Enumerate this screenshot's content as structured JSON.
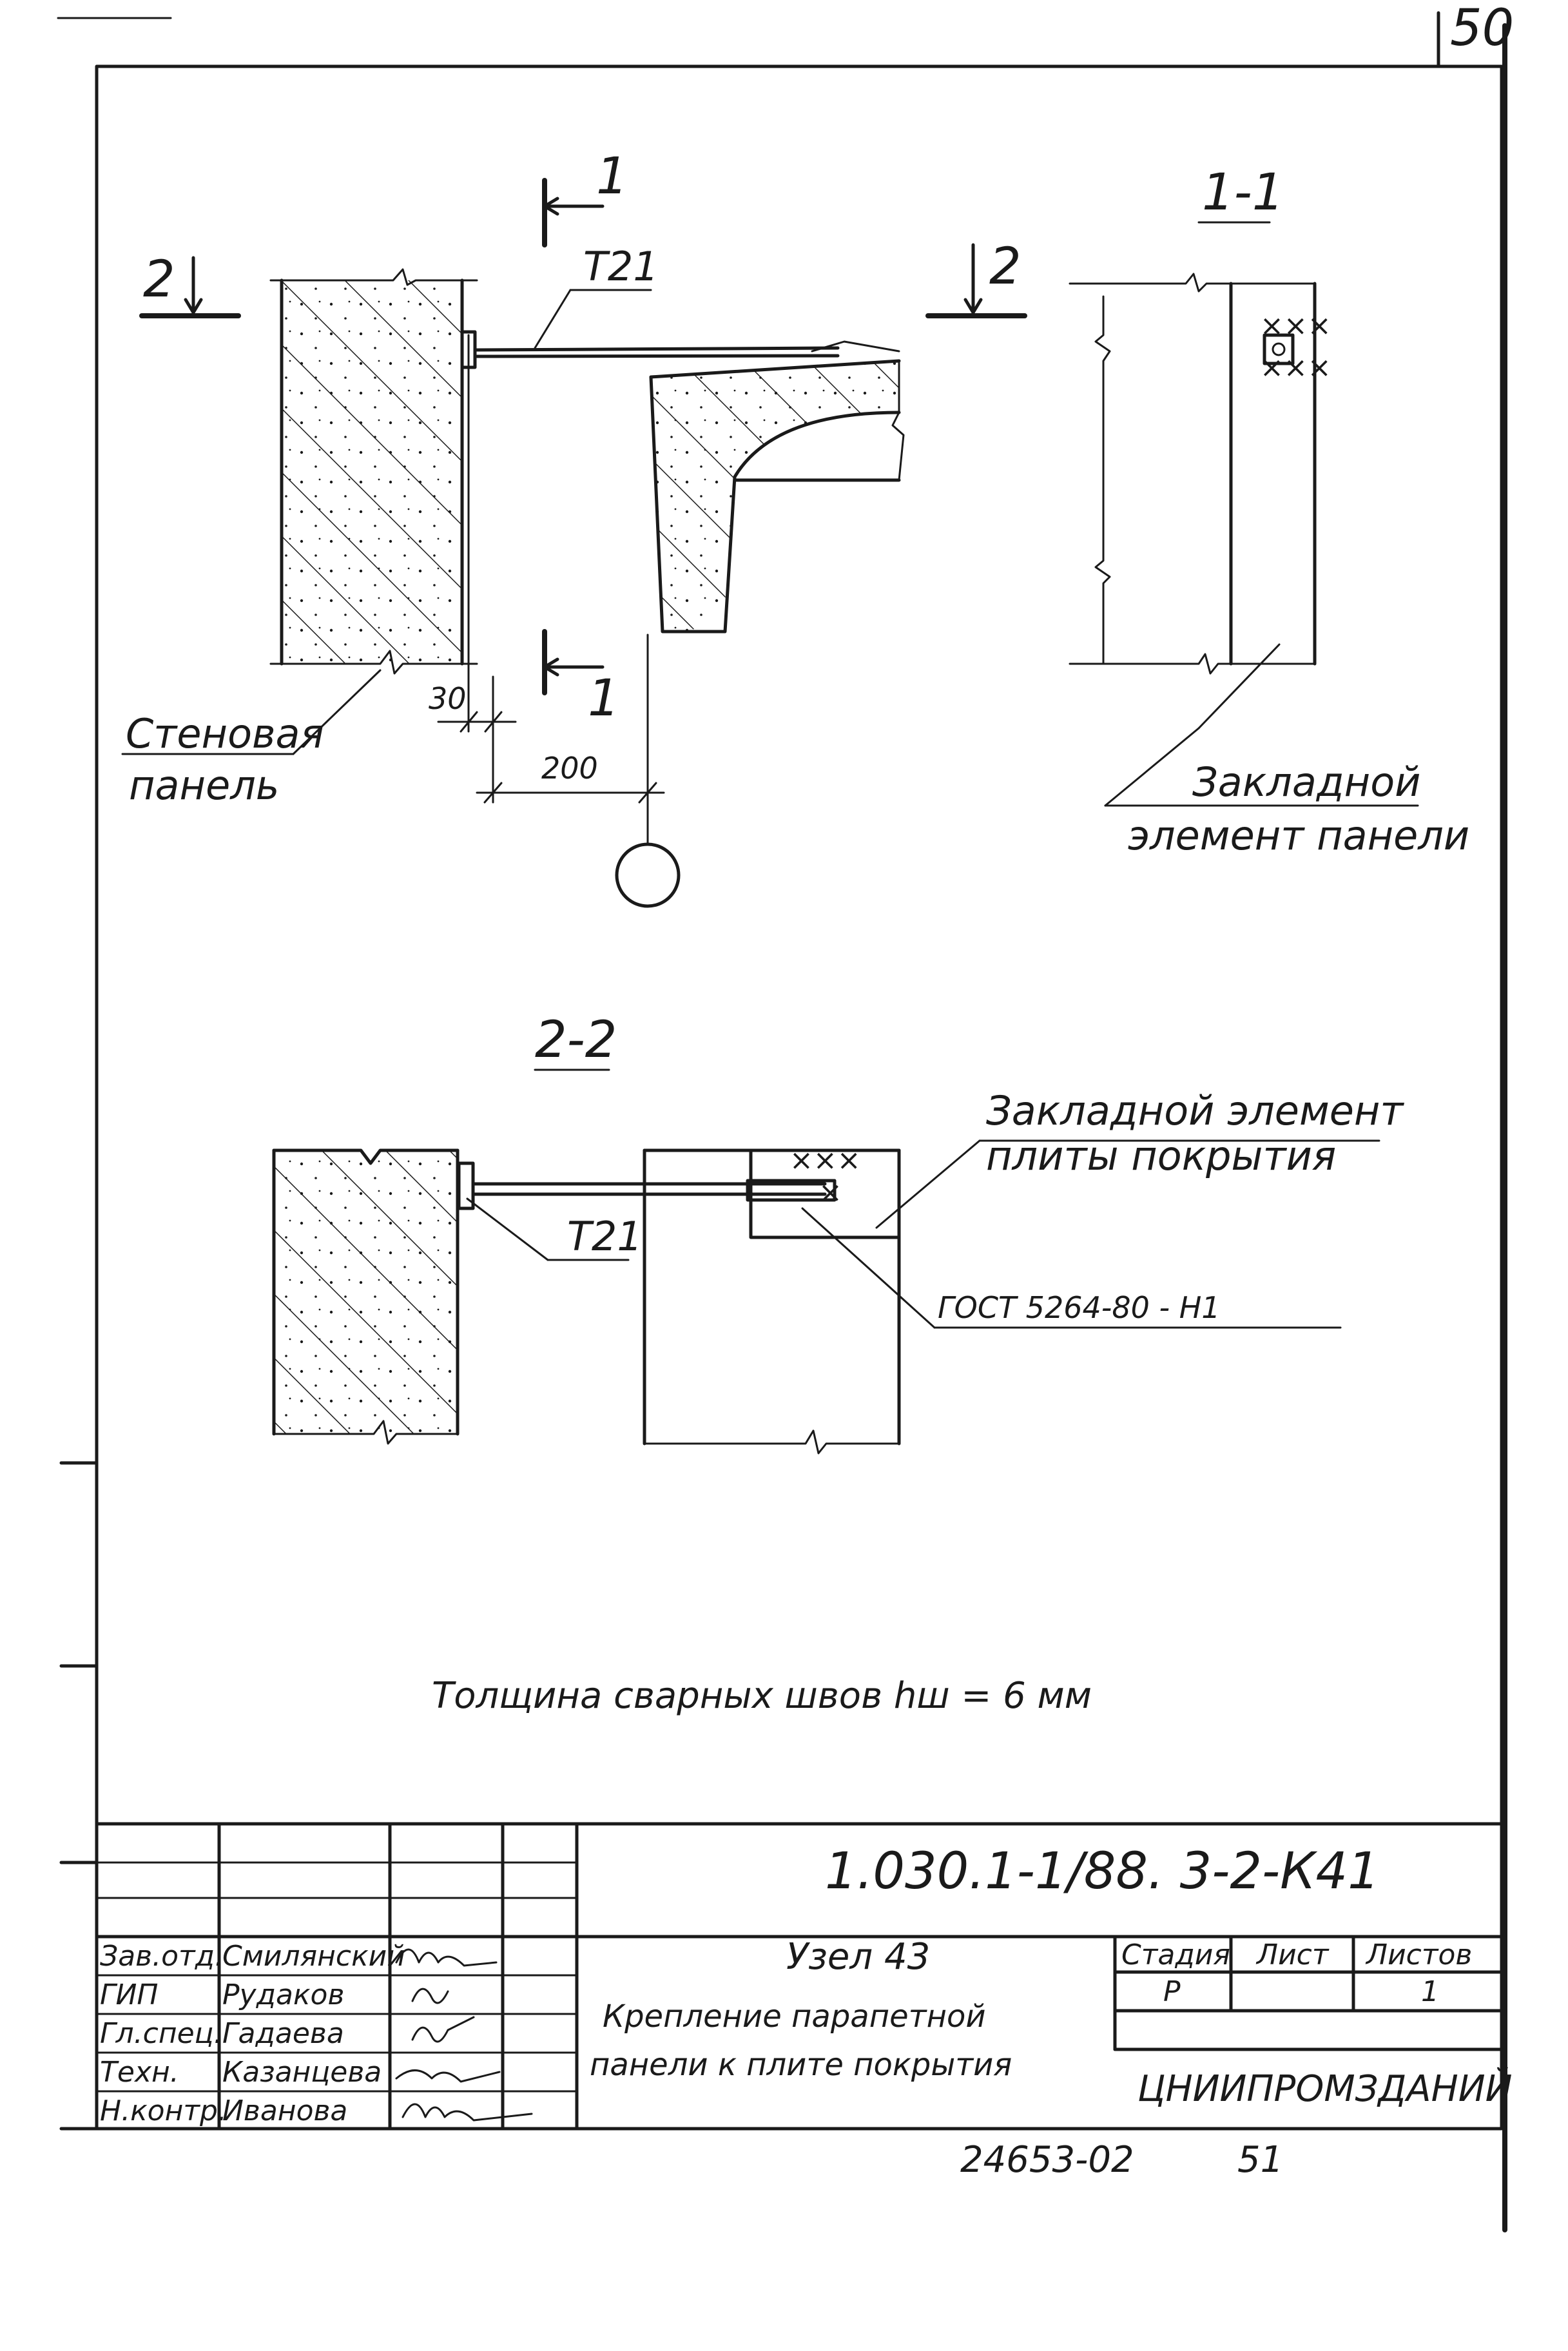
{
  "sheet_corner_number": "50",
  "section_marks": {
    "one": "1",
    "two": "2",
    "section_1_1": "1-1",
    "section_2_2": "2-2"
  },
  "labels": {
    "t21_top": "T21",
    "t21_bottom": "T21",
    "wall_panel_line1": "Стеновая",
    "wall_panel_line2": "панель",
    "embedded_panel_line1": "Закладной",
    "embedded_panel_line2": "элемент панели",
    "embedded_slab_line1": "Закладной элемент",
    "embedded_slab_line2": "плиты покрытия",
    "weld_standard": "ГОСТ 5264-80 - Н1",
    "weld_note": "Толщина сварных швов  hш = 6 мм"
  },
  "dimensions": {
    "dim_30": "30",
    "dim_200": "200"
  },
  "title_block": {
    "document_code": "1.030.1-1/88. 3-2-К41",
    "node_title": "Узел 43",
    "description_line1": "Крепление парапетной",
    "description_line2": "панели к плите покрытия",
    "stage_header": "Стадия",
    "sheet_header": "Лист",
    "sheets_header": "Листов",
    "stage_value": "Р",
    "sheet_value": "",
    "sheets_value": "1",
    "organization": "ЦНИИПРОМЗДАНИЙ",
    "staff": [
      {
        "role": "Зав.отд.",
        "name": "Смилянский"
      },
      {
        "role": "ГИП",
        "name": "Рудаков"
      },
      {
        "role": "Гл.спец.",
        "name": "Гадаева"
      },
      {
        "role": "Техн.",
        "name": "Казанцева"
      },
      {
        "role": "Н.контр.",
        "name": "Иванова"
      }
    ]
  },
  "footer": {
    "archive_number": "24653-02",
    "page_number": "51"
  }
}
